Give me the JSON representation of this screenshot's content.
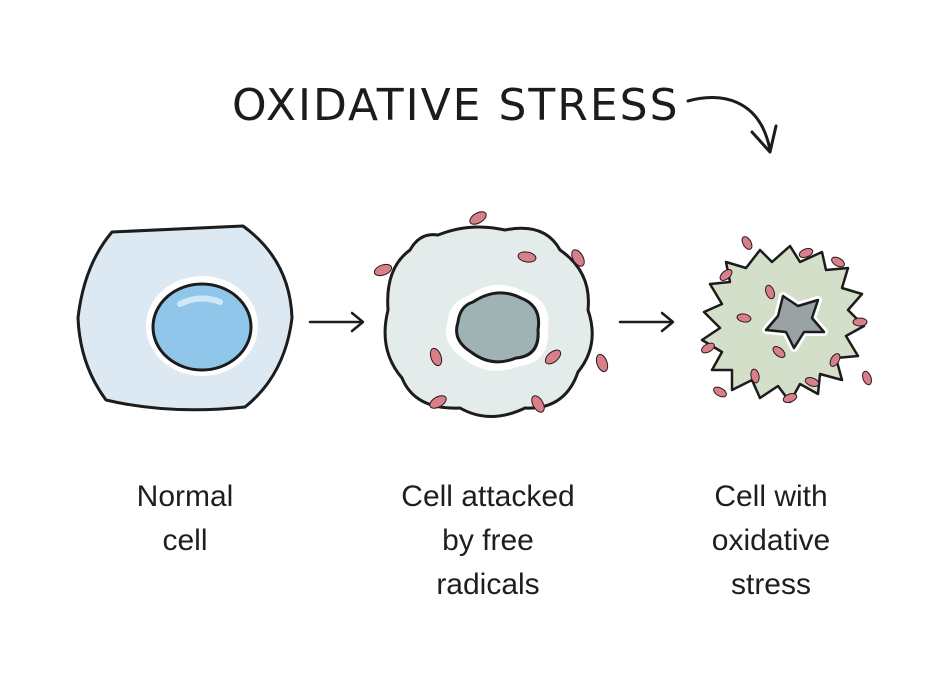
{
  "title": "OXIDATIVE STRESS",
  "stages": [
    {
      "caption_lines": [
        "Normal",
        "cell"
      ]
    },
    {
      "caption_lines": [
        "Cell attacked",
        "by free",
        "radicals"
      ]
    },
    {
      "caption_lines": [
        "Cell with",
        "oxidative",
        "stress"
      ]
    }
  ],
  "colors": {
    "outline": "#1c1c1c",
    "normal_cytoplasm": "#dde9f2",
    "normal_nucleus": "#8fc6ea",
    "attacked_cytoplasm": "#e3eceb",
    "attacked_nucleus": "#9fb2b4",
    "stressed_cytoplasm": "#d3dfc8",
    "stressed_nucleus": "#9aa3a3",
    "free_radical": "#d97f8a"
  }
}
